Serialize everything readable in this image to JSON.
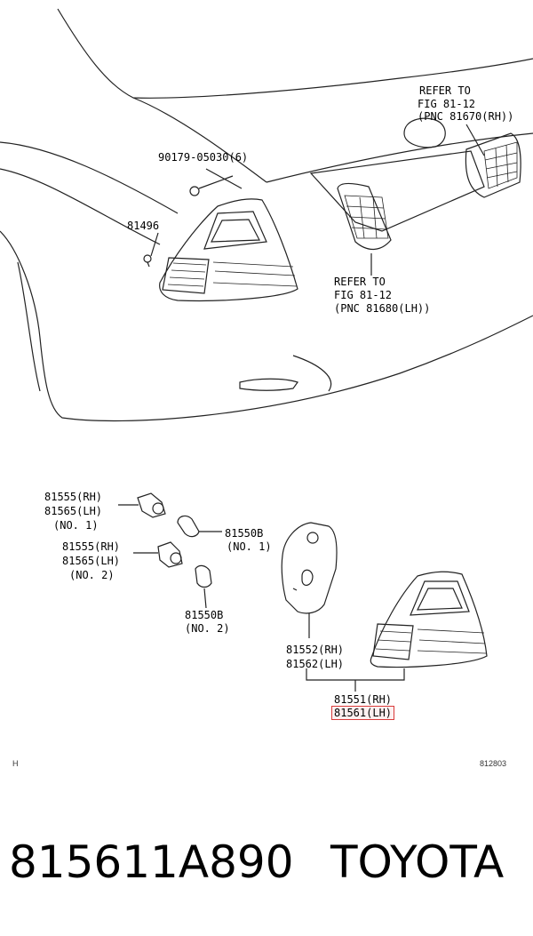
{
  "callouts": {
    "bolt_90179": "90179-05030(6)",
    "part_81496": "81496",
    "refer_rh_1": "REFER TO",
    "refer_rh_2": "FIG 81-12",
    "refer_rh_3": "(PNC 81670(RH))",
    "refer_lh_1": "REFER TO",
    "refer_lh_2": "FIG 81-12",
    "refer_lh_3": "(PNC 81680(LH))",
    "socket1_a": "81555(RH)",
    "socket1_b": "81565(LH)",
    "socket1_c": "(NO. 1)",
    "bulb1_a": "81550B",
    "bulb1_b": "(NO. 1)",
    "socket2_a": "81555(RH)",
    "socket2_b": "81565(LH)",
    "socket2_c": "(NO. 2)",
    "bulb2_a": "81550B",
    "bulb2_b": "(NO. 2)",
    "gasket_a": "81552(RH)",
    "gasket_b": "81562(LH)",
    "lamp_a": "81551(RH)",
    "lamp_b": "81561(LH)"
  },
  "corner_left": "H",
  "corner_right": "812803",
  "footer": {
    "part_number": "815611A890",
    "brand": "TOYOTA"
  },
  "highlight_color": "#d93a3a"
}
